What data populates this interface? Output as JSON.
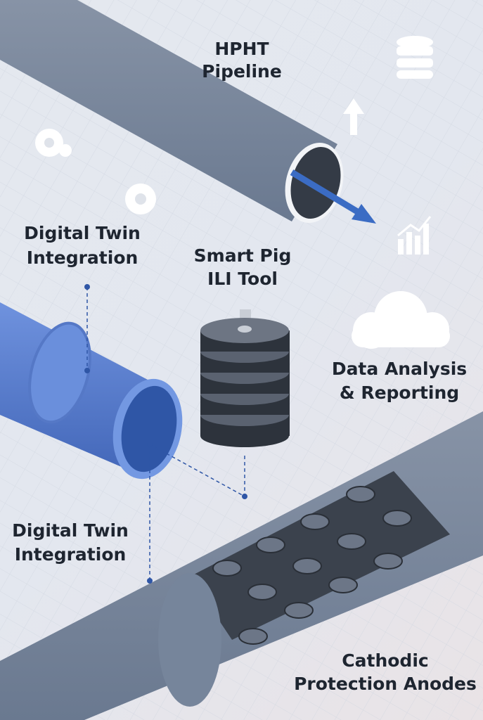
{
  "labels": {
    "hpht_pipeline": [
      "HPHT",
      "Pipeline"
    ],
    "digital_twin_top": [
      "Digital Twin",
      "Integration"
    ],
    "smart_pig": [
      "Smart Pig",
      "ILI Tool"
    ],
    "data_analysis": [
      "Data Analysis",
      "& Reporting"
    ],
    "digital_twin_bottom": [
      "Digital Twin",
      "Integration"
    ],
    "cathodic": [
      "Cathodic",
      "Protection Anodes"
    ]
  },
  "icons": [
    "database-icon",
    "up-arrow-icon",
    "bar-chart-icon",
    "cloud-icon",
    "gears-icon",
    "gear-icon"
  ],
  "colors": {
    "pipe_gray": "#7a889e",
    "pipe_blue": "#5b7fd0",
    "anode_dark": "#3b424d",
    "arrow_blue": "#3b6cc4",
    "text": "#1e2530"
  }
}
